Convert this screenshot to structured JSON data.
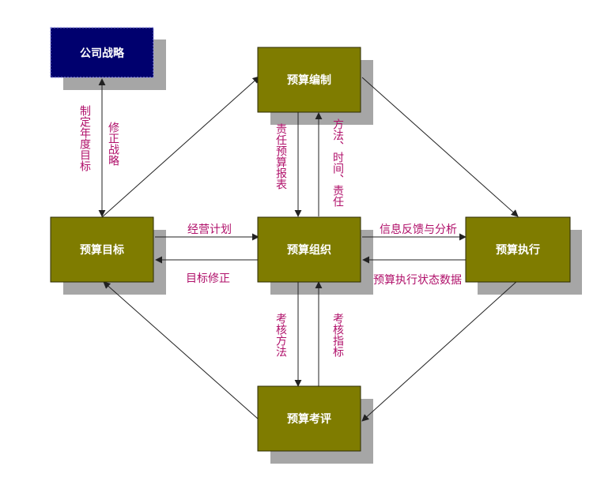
{
  "colors": {
    "node_fill": "#7f7c00",
    "node_stroke": "#2b2a00",
    "strategy_fill": "#00006e",
    "strategy_stroke": "#8a8adf",
    "shadow": "#a6a6a6",
    "arrow": "#222222",
    "label": "#b0106a"
  },
  "nodes": {
    "strategy": "公司战略",
    "budget_prep": "预算编制",
    "budget_target": "预算目标",
    "budget_org": "预算组织",
    "budget_exec": "预算执行",
    "budget_eval": "预算考评"
  },
  "labels": {
    "set_annual_target": "制定年度目标",
    "revise_strategy": "修正战略",
    "responsibility_report": "责任预算报表",
    "method_time_responsibility": "方法、时间、责任",
    "business_plan": "经营计划",
    "target_revision": "目标修正",
    "feedback_analysis": "信息反馈与分析",
    "exec_status_data": "预算执行状态数据",
    "eval_method": "考核方法",
    "eval_indicator": "考核指标"
  }
}
